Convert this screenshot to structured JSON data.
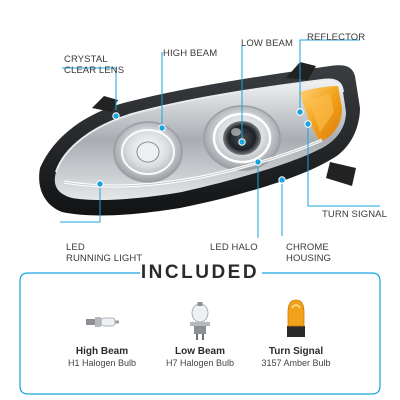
{
  "callouts": {
    "crystal_clear_lens": [
      "CRYSTAL",
      "CLEAR LENS"
    ],
    "high_beam": "HIGH BEAM",
    "low_beam": "LOW BEAM",
    "reflector": "REFLECTOR",
    "turn_signal": "TURN SIGNAL",
    "led_running_light": [
      "LED",
      "RUNNING LIGHT"
    ],
    "led_halo": "LED HALO",
    "chrome_housing": [
      "CHROME",
      "HOUSING"
    ]
  },
  "included": {
    "title": "INCLUDED",
    "bulbs": [
      {
        "title": "High Beam",
        "subtitle": "H1 Halogen Bulb",
        "icon": "h1-bulb-icon"
      },
      {
        "title": "Low Beam",
        "subtitle": "H7 Halogen Bulb",
        "icon": "h7-bulb-icon"
      },
      {
        "title": "Turn Signal",
        "subtitle": "3157 Amber Bulb",
        "icon": "amber-bulb-icon"
      }
    ]
  },
  "colors": {
    "accent_blue": "#1aa3de",
    "amber": "#f2a21a",
    "text": "#3a3a3a",
    "chrome": "#b9bcc0",
    "housing": "#1c1c1c"
  }
}
